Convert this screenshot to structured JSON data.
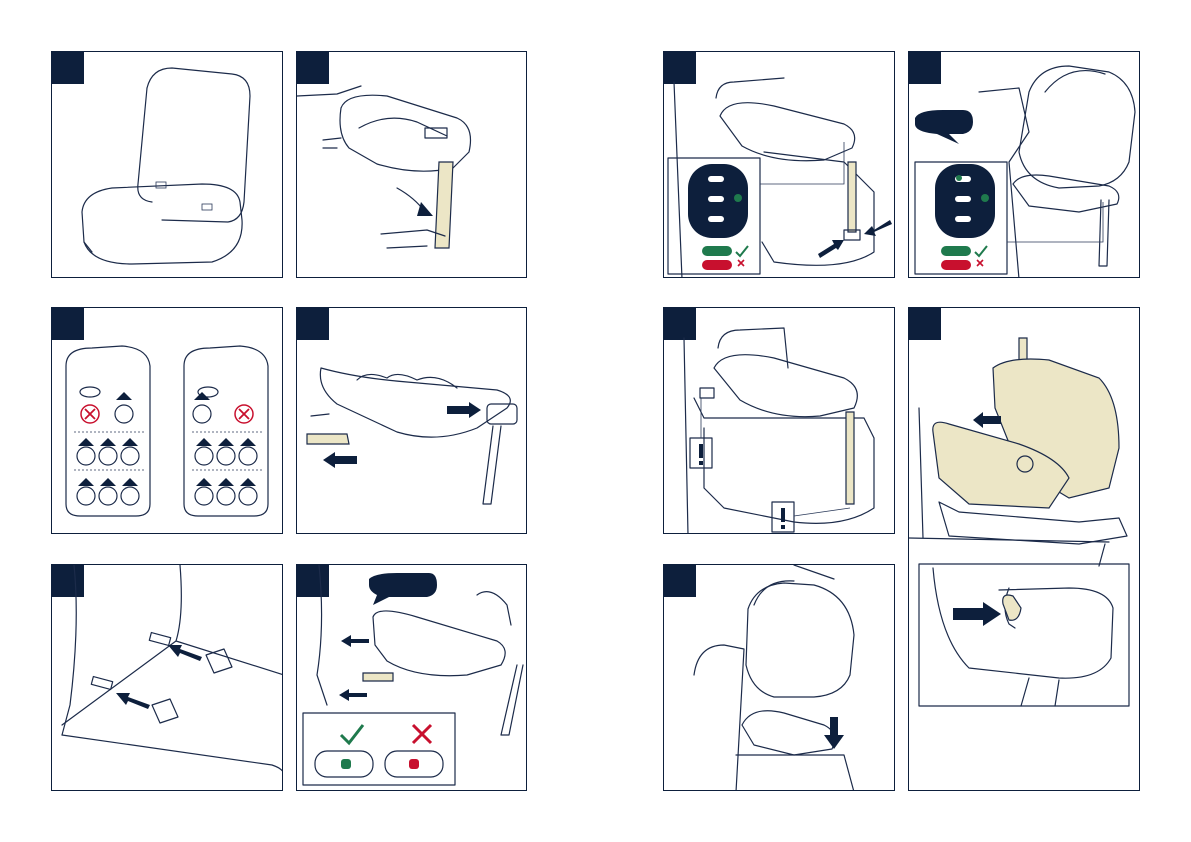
{
  "page": {
    "title": "",
    "background": "#ffffff"
  },
  "colors": {
    "navy": "#0d1f3c",
    "beige": "#ece6c6",
    "ok_green": "#1f7a4d",
    "error_red": "#c8102e"
  },
  "panels": [
    {
      "id": "step-empty-seat",
      "icons": [
        "vehicle-seat-icon"
      ]
    },
    {
      "id": "step-unfold-leg",
      "icons": [
        "hand-icon",
        "rotate-arrow-icon",
        "support-leg-icon"
      ]
    },
    {
      "id": "step-seat-positions",
      "icons": [
        "car-top-view-icon",
        "not-allowed-icon",
        "allowed-triangle-icon"
      ]
    },
    {
      "id": "step-extend-isofix",
      "icons": [
        "isofix-arm-icon",
        "arrow-left-icon",
        "arrow-right-icon"
      ]
    },
    {
      "id": "step-insert-guides",
      "icons": [
        "isofix-guide-icon",
        "arrow-icon"
      ]
    },
    {
      "id": "step-attach-base",
      "icons": [
        "speech-bubble-icon",
        "check-icon",
        "cross-icon",
        "indicator-icon"
      ]
    },
    {
      "id": "step-check-indicators",
      "icons": [
        "indicator-panel-icon",
        "check-icon",
        "cross-icon",
        "arrow-icon"
      ]
    },
    {
      "id": "step-click-confirm",
      "icons": [
        "speech-bubble-icon",
        "indicator-panel-icon",
        "check-icon",
        "cross-icon"
      ]
    },
    {
      "id": "step-warnings",
      "icons": [
        "warning-icon"
      ]
    },
    {
      "id": "step-place-carrier",
      "icons": [
        "infant-carrier-icon",
        "arrow-down-icon"
      ]
    },
    {
      "id": "step-release-carrier",
      "icons": [
        "infant-carrier-icon",
        "arrow-left-icon",
        "release-button-icon"
      ]
    }
  ]
}
